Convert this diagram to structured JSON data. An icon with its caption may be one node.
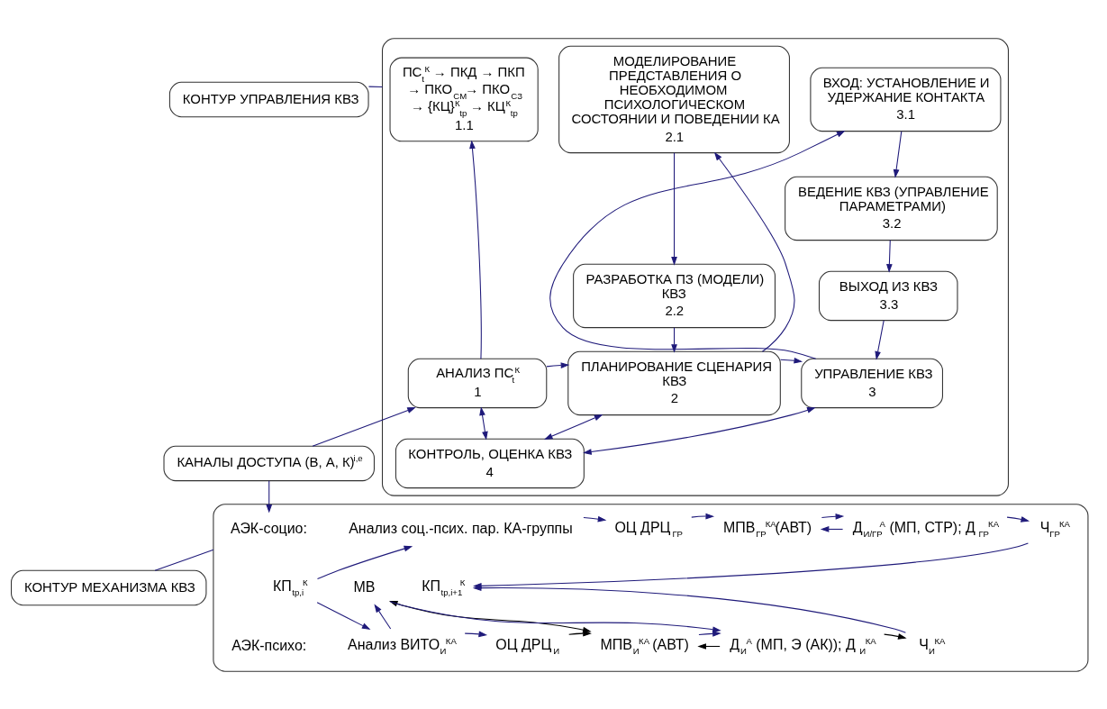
{
  "diagram": {
    "nodes": [
      {
        "text": [
          "КОНТУР УПРАВЛЕНИЯ КВЗ"
        ]
      },
      {
        "text": [],
        "shape": "box"
      },
      {
        "text": [
          "ПС$_{t}$$^{К}$ → ПКД → ПКП",
          "→ ПКО$_{СМ}$→ ПКО$_{СЗ}$",
          "→ {КЦ}$^{К}$$_{tp}$ → КЦ$^{К}$$_{tp}$",
          "1.1"
        ],
        "in": 1
      },
      {
        "text": [
          "АНАЛИЗ ПС$_{t}$$^{К}$",
          "1"
        ],
        "in": 1
      },
      {
        "text": [
          "МОДЕЛИРОВАНИЕ ПРЕДСТАВЛЕНИЯ О НЕОБХОДИМОМ ПСИХОЛОГИЧЕСКОМ СОСТОЯНИИ И ПОВЕДЕНИИ КА",
          "2.1"
        ],
        "in": 1
      },
      {
        "text": [
          "РАЗРАБОТКА ПЗ (МОДЕЛИ) КВЗ",
          "2.2"
        ],
        "in": 1
      },
      {
        "text": [
          "ПЛАНИРОВАНИЕ СЦЕНАРИЯ КВЗ",
          "2"
        ],
        "in": 1
      },
      {
        "text": [
          "КОНТРОЛЬ, ОЦЕНКА КВЗ",
          "4"
        ],
        "in": 1
      },
      {
        "text": [
          "ВХОД: УСТАНОВЛЕНИЕ И УДЕРЖАНИЕ КОНТАКТА",
          "3.1"
        ],
        "in": 1
      },
      {
        "text": [
          "ВЕДЕНИЕ КВЗ (УПРАВЛЕНИЕ ПАРАМЕТРАМИ)",
          "3.2"
        ],
        "in": 1
      },
      {
        "text": [
          "ВЫХОД ИЗ КВЗ",
          "3.3"
        ],
        "in": 1
      },
      {
        "text": [
          "УПРАВЛЕНИЕ КВЗ",
          "3"
        ],
        "in": 1
      },
      {
        "text": [
          "КАНАЛЫ ДОСТУПА (В, А, К)$^{i,e}$"
        ]
      },
      {
        "text": [
          "КОНТУР МЕХАНИЗМА КВЗ"
        ]
      },
      {
        "text": [],
        "shape": "box"
      },
      {
        "text": [
          "АЭК-социо:"
        ],
        "in": 14
      },
      {
        "text": [
          "Анализ соц.-псих. пар. КА-группы"
        ],
        "in": 14
      },
      {
        "text": [
          "ОЦ ДРЦ$_{ГР}$"
        ],
        "in": 14
      },
      {
        "text": [
          "МПВ$_{ГР}$$^{КА}$(АВТ)"
        ],
        "in": 14
      },
      {
        "text": [
          "Д$_{И/ГР}$$^{А}$ (МП, СТР); Д$_{ГР}$$^{КА}$"
        ],
        "in": 14
      },
      {
        "text": [
          "Ч$_{ГР}$$^{КА}$"
        ],
        "in": 14
      },
      {
        "text": [
          "КП$_{tp,i}$$^{К}$"
        ],
        "in": 14
      },
      {
        "text": [
          "МВ"
        ],
        "in": 14
      },
      {
        "text": [
          "КП$_{tp,i+1}$$^{К}$"
        ],
        "in": 14
      },
      {
        "text": [
          "АЭК-психо:"
        ],
        "in": 14
      },
      {
        "text": [
          "Анализ ВИТО$_{И}$$^{КА}$"
        ],
        "in": 14
      },
      {
        "text": [
          "ОЦ ДРЦ$_{И}$"
        ],
        "in": 14
      },
      {
        "text": [
          "МПВ$_{И}$$^{КА}$ (АВТ)"
        ],
        "in": 14
      },
      {
        "text": [
          "Д$_{И}$$^{А}$ (МП, Э (АК)); Д$_{И}$$^{КА}$"
        ],
        "in": 14
      },
      {
        "text": [
          "Ч$_{И}$$^{КА}$"
        ],
        "in": 14
      }
    ],
    "edges": [
      {
        "from": 0,
        "to": 1,
        "arrow": "none"
      },
      {
        "from": 12,
        "to": 3,
        "arrow": "to"
      },
      {
        "from": 3,
        "to": 6,
        "arrow": "to"
      },
      {
        "from": 3,
        "to": 2,
        "arrow": "to"
      },
      {
        "from": 6,
        "to": 11,
        "arrow": "to"
      },
      {
        "from": 6,
        "to": 4,
        "arrow": "to"
      },
      {
        "from": 4,
        "to": 5,
        "arrow": "to"
      },
      {
        "from": 5,
        "to": 6,
        "arrow": "to"
      },
      {
        "from": 6,
        "to": 7,
        "arrow": "both"
      },
      {
        "from": 3,
        "to": 7,
        "arrow": "both"
      },
      {
        "from": 7,
        "to": 11,
        "arrow": "both"
      },
      {
        "from": 11,
        "to": 8,
        "arrow": "to"
      },
      {
        "from": 8,
        "to": 9,
        "arrow": "to"
      },
      {
        "from": 9,
        "to": 10,
        "arrow": "to"
      },
      {
        "from": 10,
        "to": 11,
        "arrow": "to"
      },
      {
        "from": 12,
        "to": 15,
        "arrow": "to"
      },
      {
        "from": 13,
        "to": 14,
        "arrow": "none"
      },
      {
        "from": 21,
        "to": 16,
        "arrow": "to"
      },
      {
        "from": 21,
        "to": 25,
        "arrow": "to"
      },
      {
        "from": 16,
        "to": 17,
        "arrow": "to"
      },
      {
        "from": 17,
        "to": 18,
        "arrow": "to"
      },
      {
        "from": 19,
        "to": 18,
        "arrow": "to"
      },
      {
        "from": 18,
        "to": 19,
        "arrow": "to"
      },
      {
        "from": 19,
        "to": 20,
        "arrow": "to"
      },
      {
        "from": 20,
        "to": 23,
        "arrow": "to"
      },
      {
        "from": 25,
        "to": 22,
        "arrow": "to"
      },
      {
        "from": 22,
        "to": 27,
        "arrow": "both",
        "color": "#000000"
      },
      {
        "from": 22,
        "to": 28,
        "arrow": "to"
      },
      {
        "from": 25,
        "to": 26,
        "arrow": "to"
      },
      {
        "from": 26,
        "to": 27,
        "arrow": "to",
        "color": "#000000"
      },
      {
        "from": 28,
        "to": 27,
        "arrow": "to",
        "color": "#000000"
      },
      {
        "from": 27,
        "to": 28,
        "arrow": "to"
      },
      {
        "from": 28,
        "to": 29,
        "arrow": "to",
        "color": "#000000"
      },
      {
        "from": 29,
        "to": 23,
        "arrow": "to"
      }
    ]
  }
}
